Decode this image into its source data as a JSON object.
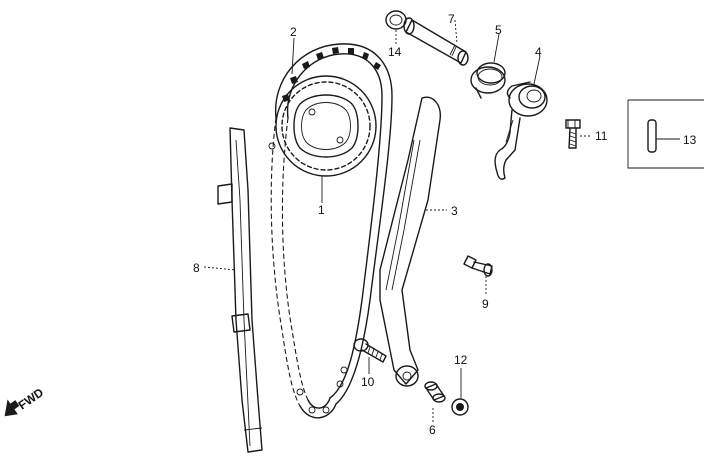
{
  "fwd_label": "FWD",
  "callouts": {
    "c1": "1",
    "c2": "2",
    "c3": "3",
    "c4": "4",
    "c5": "5",
    "c6": "6",
    "c7": "7",
    "c8": "8",
    "c9": "9",
    "c10": "10",
    "c11": "11",
    "c12": "12",
    "c13": "13",
    "c14": "14"
  }
}
